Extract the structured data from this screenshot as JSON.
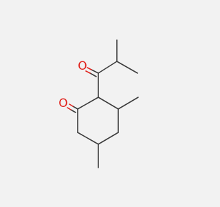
{
  "molecule": {
    "atoms": [
      {
        "id": "O1",
        "symbol": "O",
        "label": "O",
        "color": "#e0201a"
      },
      {
        "id": "O2",
        "symbol": "O",
        "label": "O",
        "color": "#e0201a"
      }
    ],
    "bond_color": "#3c3c3c",
    "background": "#f2f2f2"
  }
}
